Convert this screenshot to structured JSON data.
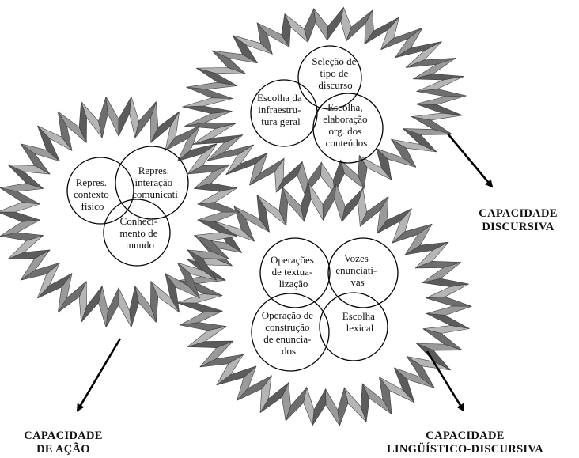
{
  "gears": [
    {
      "id": "discursiva",
      "circles": [
        {
          "lines": [
            "Seleção de",
            "tipo de",
            "discurso"
          ]
        },
        {
          "lines": [
            "Escolha da",
            "infraestru-",
            "tura geral"
          ]
        },
        {
          "lines": [
            "Escolha,",
            "elaboração",
            "org. dos",
            "conteúdos"
          ]
        }
      ]
    },
    {
      "id": "acao",
      "circles": [
        {
          "lines": [
            "Repres.",
            "contexto",
            "físico"
          ]
        },
        {
          "lines": [
            "Repres.",
            "interação",
            "comunicati"
          ]
        },
        {
          "lines": [
            "Conheci-",
            "mento de",
            "mundo"
          ]
        }
      ]
    },
    {
      "id": "linguistico",
      "circles": [
        {
          "lines": [
            "Operações",
            "de textua-",
            "lização"
          ]
        },
        {
          "lines": [
            "Vozes",
            "enunciati-",
            "vas"
          ]
        },
        {
          "lines": [
            "Operação de",
            "construção",
            "de enuncia-",
            "dos"
          ]
        },
        {
          "lines": [
            "Escolha",
            "lexical"
          ]
        }
      ]
    }
  ],
  "labels": {
    "discursiva": {
      "line1": "CAPACIDADE",
      "line2": "DISCURSIVA"
    },
    "acao": {
      "line1": "CAPACIDADE",
      "line2": "DE AÇÃO"
    },
    "linguistico": {
      "line1": "CAPACIDADE",
      "line2": "LINGÜÍSTICO-DISCURSIVA"
    }
  }
}
